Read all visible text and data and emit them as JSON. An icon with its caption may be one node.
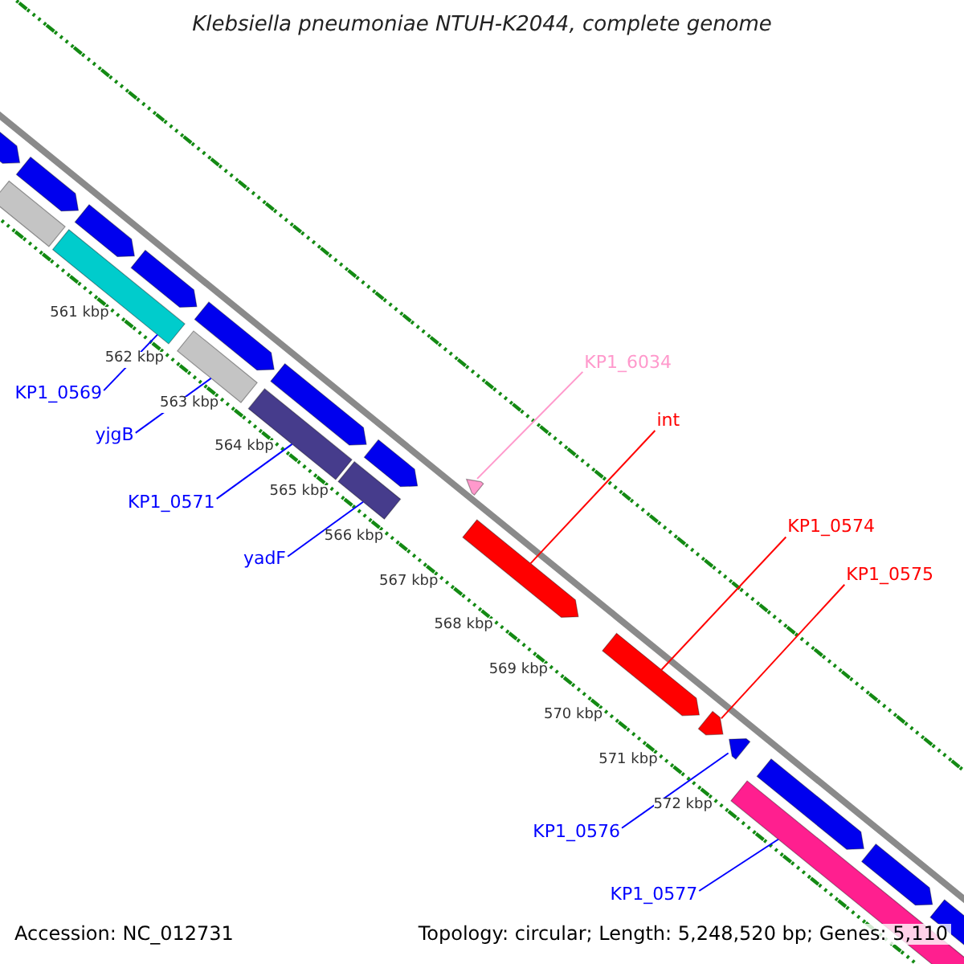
{
  "diagram": {
    "title": "Klebsiella pneumoniae NTUH-K2044, complete genome",
    "nodes": [
      {
        "text": [
          "KP1_0569"
        ]
      },
      {
        "text": [],
        "shape": "bar"
      },
      {
        "text": [
          "yjgB"
        ]
      },
      {
        "text": [],
        "shape": "bar"
      },
      {
        "text": [
          "KP1_0571"
        ]
      },
      {
        "text": [],
        "shape": "bar"
      },
      {
        "text": [
          "yadF"
        ]
      },
      {
        "text": [],
        "shape": "bar"
      },
      {
        "text": [
          "KP1_6034"
        ]
      },
      {
        "text": [],
        "shape": "arrow"
      },
      {
        "text": [
          "int"
        ]
      },
      {
        "text": [],
        "shape": "arrow"
      },
      {
        "text": [
          "KP1_0574"
        ]
      },
      {
        "text": [],
        "shape": "arrow"
      },
      {
        "text": [
          "KP1_0575"
        ]
      },
      {
        "text": [],
        "shape": "arrow"
      },
      {
        "text": [
          "KP1_0576"
        ]
      },
      {
        "text": [],
        "shape": "arrow"
      },
      {
        "text": [
          "KP1_0577"
        ]
      },
      {
        "text": [],
        "shape": "bar"
      },
      {
        "text": [],
        "shape": "arrow"
      },
      {
        "text": [],
        "shape": "arrow"
      },
      {
        "text": [],
        "shape": "bar"
      },
      {
        "text": [],
        "shape": "arrow"
      },
      {
        "text": [],
        "shape": "arrow"
      },
      {
        "text": [],
        "shape": "arrow"
      },
      {
        "text": [],
        "shape": "arrow"
      },
      {
        "text": [],
        "shape": "arrow"
      },
      {
        "text": [],
        "shape": "arrow"
      },
      {
        "text": [],
        "shape": "arrow"
      },
      {
        "text": [],
        "shape": "arrow"
      }
    ],
    "edges": [
      {
        "from": 0,
        "to": 1,
        "arrow": "none"
      },
      {
        "from": 2,
        "to": 3,
        "arrow": "none"
      },
      {
        "from": 4,
        "to": 5,
        "arrow": "none"
      },
      {
        "from": 6,
        "to": 7,
        "arrow": "none"
      },
      {
        "from": 8,
        "to": 9,
        "arrow": "none",
        "color": "#ff99cc"
      },
      {
        "from": 10,
        "to": 11,
        "arrow": "none",
        "color": "#ff0000"
      },
      {
        "from": 12,
        "to": 13,
        "arrow": "none",
        "color": "#ff0000"
      },
      {
        "from": 14,
        "to": 15,
        "arrow": "none",
        "color": "#ff0000"
      },
      {
        "from": 16,
        "to": 17,
        "arrow": "none"
      },
      {
        "from": 18,
        "to": 19,
        "arrow": "none"
      }
    ],
    "labels": [
      "561 kbp",
      "562 kbp",
      "563 kbp",
      "564 kbp",
      "565 kbp",
      "566 kbp",
      "567 kbp",
      "568 kbp",
      "569 kbp",
      "570 kbp",
      "571 kbp",
      "572 kbp",
      "Accession: NC_012731",
      "Topology: circular; Length: 5,248,520 bp; Genes: 5,110"
    ]
  }
}
